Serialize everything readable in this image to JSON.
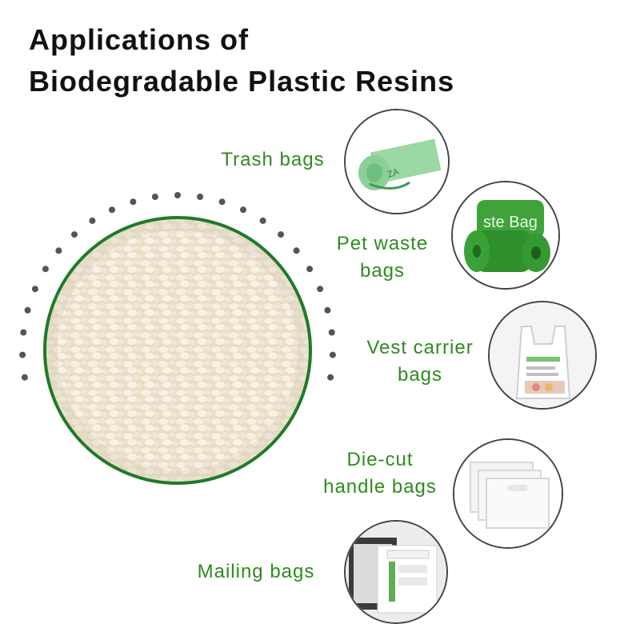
{
  "title": {
    "line1": "Applications of",
    "line2": "Biodegradable Plastic Resins"
  },
  "main_image": {
    "subject": "biodegradable-resin-pellets"
  },
  "applications": [
    {
      "label": [
        "Trash bags"
      ],
      "icon": "trash-bag-roll-icon"
    },
    {
      "label": [
        "Pet waste",
        "bags"
      ],
      "icon": "pet-waste-bag-rolls-icon"
    },
    {
      "label": [
        "Vest carrier",
        "bags"
      ],
      "icon": "vest-carrier-bag-icon"
    },
    {
      "label": [
        "Die-cut",
        "handle bags"
      ],
      "icon": "die-cut-bag-stack-icon"
    },
    {
      "label": [
        "Mailing bags"
      ],
      "icon": "mailing-bags-icon"
    }
  ],
  "product_text": {
    "pet_roll": "ste Bag"
  },
  "colors": {
    "accent_green": "#2e8b1e",
    "circle_ring": "#1f7a2a",
    "dots": "#555555"
  }
}
